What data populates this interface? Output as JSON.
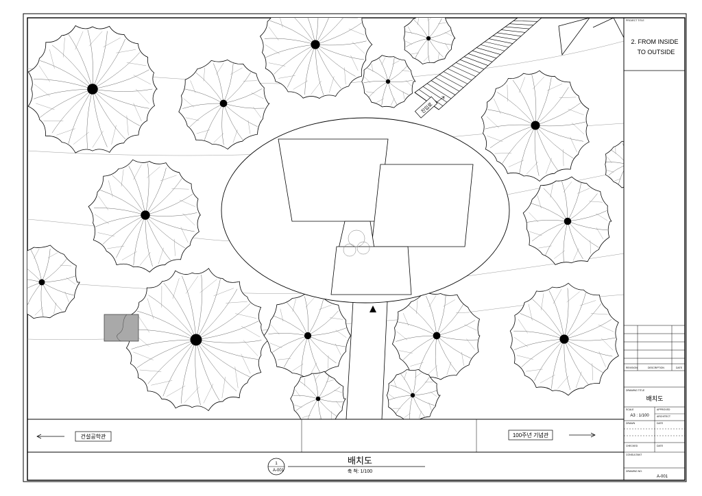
{
  "project": {
    "header_label": "PROJECT TITLE",
    "title_line1": "2. FROM INSIDE",
    "title_line2": "TO OUTSIDE"
  },
  "revision_table": {
    "col_revision": "REVISION",
    "col_description": "DESCRIPTION",
    "col_date": "DATE"
  },
  "drawing": {
    "title_label": "DRAWING TITLE",
    "title": "배치도",
    "scale_label": "SCALE",
    "scale": "A3 : 1/100",
    "approved_label": "APPROVED",
    "architect_label": "ARCHITECT",
    "drawn_label": "DRAWN",
    "date_label": "DATE",
    "checked_label": "CHECKED",
    "checked_date_label": "DATE",
    "consultant_label": "CONSULTANT",
    "drawing_no_label": "DRAWING NO.",
    "drawing_no": "A-001"
  },
  "plan": {
    "title": "배치도",
    "scale_text": "축 척: 1/100",
    "view_marker_top": "1",
    "view_marker_bottom": "A-001",
    "label_left": "건설공학관",
    "label_right": "100주년 기념관",
    "label_stairs": "진입로"
  }
}
